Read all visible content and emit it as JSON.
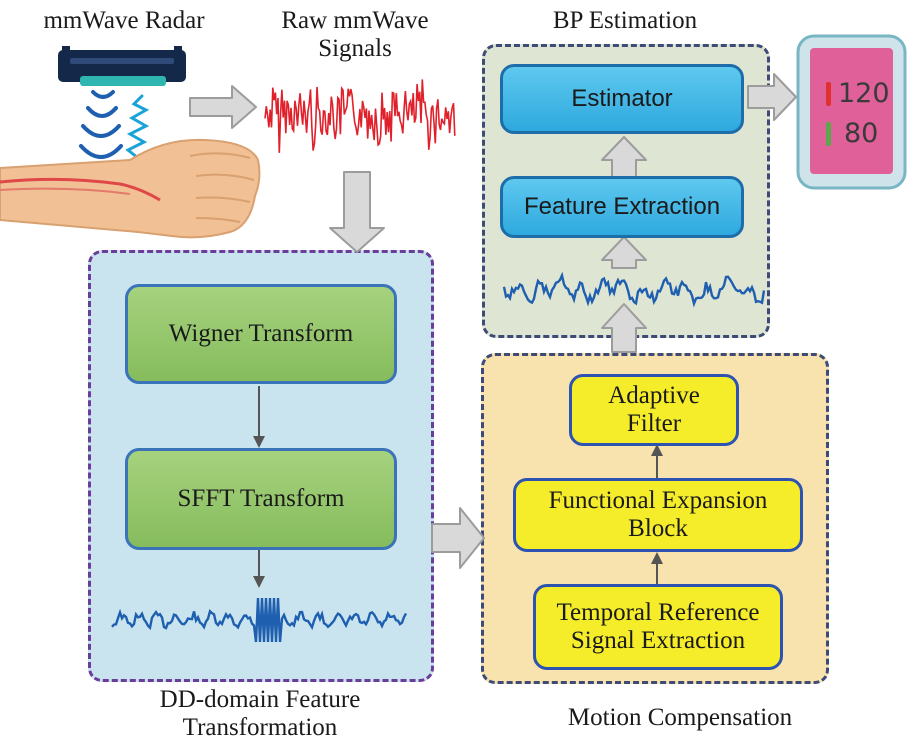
{
  "labels": {
    "radar": "mmWave Radar",
    "raw_line1": "Raw mmWave",
    "raw_line2": "Signals",
    "bp_estimation": "BP Estimation",
    "dd_line1": "DD-domain Feature",
    "dd_line2": "Transformation",
    "motion": "Motion Compensation"
  },
  "boxes": {
    "wigner": "Wigner Transform",
    "sfft": "SFFT Transform",
    "estimator": "Estimator",
    "feature_extraction": "Feature Extraction",
    "adaptive_line1": "Adaptive",
    "adaptive_line2": "Filter",
    "fe_line1": "Functional Expansion",
    "fe_line2": "Block",
    "tr_line1": "Temporal Reference",
    "tr_line2": "Signal Extraction"
  },
  "monitor": {
    "systolic": "120",
    "diastolic": "80"
  },
  "colors": {
    "dd_panel_bg": "#c9e4ee",
    "dd_panel_border": "#6a3d9a",
    "bp_panel_bg": "#dfe5d3",
    "bp_panel_border": "#3e4b78",
    "mc_panel_bg": "#f8e2ad",
    "mc_panel_border": "#3e4b78",
    "signal_blue": "#1f5fb0",
    "raw_signal_red": "#e0202a",
    "monitor_screen": "#e0609a"
  }
}
